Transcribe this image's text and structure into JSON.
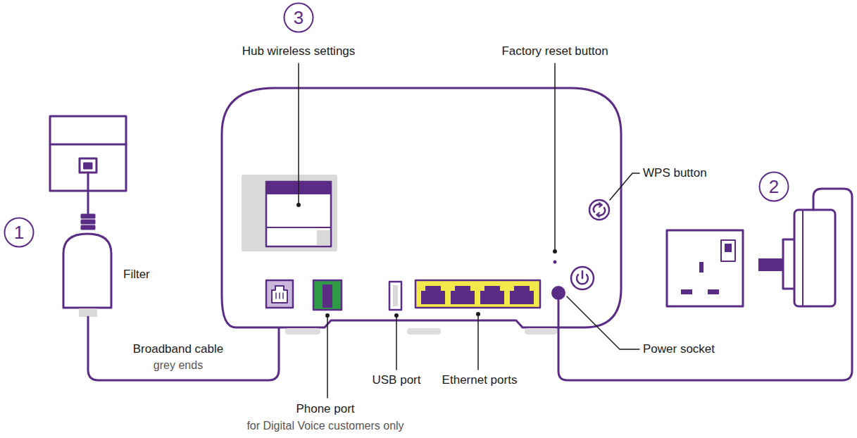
{
  "diagram": {
    "nodes": [
      {
        "text": [
          "3"
        ]
      },
      {
        "text": [
          "2"
        ]
      },
      {
        "text": [
          "1"
        ]
      }
    ],
    "labels": [
      "Hub wireless settings",
      "Factory reset button",
      "WPS button",
      "Filter",
      "Broadband cable",
      "grey ends",
      "Power socket",
      "USB port",
      "Ethernet ports",
      "Phone port",
      "for Digital Voice customers only"
    ]
  }
}
